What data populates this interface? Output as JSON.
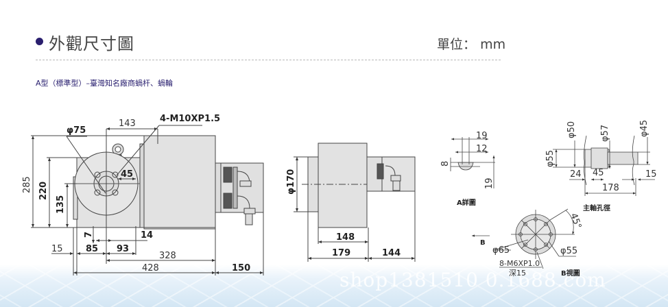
{
  "header": {
    "title": "外觀尺寸圖",
    "unit_label": "單位：",
    "unit_value": "mm",
    "bullet_color": "#2a1f6e"
  },
  "subtitle": "A型（標準型）–臺灣知名廠商蝸杆、蝸輪",
  "front_view": {
    "callouts": {
      "bore": "φ75",
      "tap": "4-M10XP1.5"
    },
    "dimensions": {
      "top_width": "143",
      "height_total": "285",
      "height_220": "220",
      "height_135": "135",
      "bolt_45": "45",
      "slot_7": "7",
      "slot_14": "14",
      "offset_15": "15",
      "offset_85": "85",
      "offset_93": "93",
      "length_328": "328",
      "length_428": "428",
      "motor_150": "150"
    }
  },
  "side_view": {
    "dimensions": {
      "dia_170": "φ170",
      "width_148": "148",
      "width_179": "179",
      "width_144": "144"
    }
  },
  "detail_a": {
    "label": "A詳圖",
    "dimensions": {
      "w19": "19",
      "w12": "12",
      "h8": "8",
      "h19": "19"
    }
  },
  "spindle_bore": {
    "label": "主軸孔徑",
    "dimensions": {
      "d50": "φ50",
      "d57": "φ57",
      "d45": "φ45",
      "d55": "φ55",
      "l24": "24",
      "l45": "45",
      "l15": "15",
      "l178": "178"
    }
  },
  "view_b": {
    "label": "B視圖",
    "arrow_label": "B",
    "angle": "45°",
    "dia_65": "φ65",
    "dia_55": "φ55",
    "tap": "8-M6XP1.0",
    "depth": "深15"
  },
  "footer": {
    "watermark": "shop1381510 0.1688.com"
  }
}
